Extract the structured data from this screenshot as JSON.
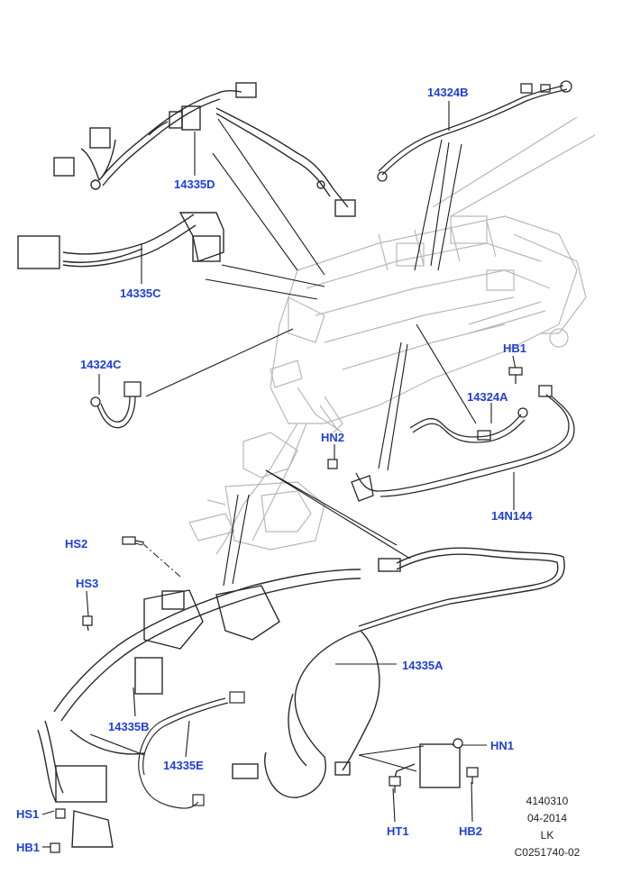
{
  "callouts": {
    "c14324B": "14324B",
    "c14335D": "14335D",
    "c14335C": "14335C",
    "c14324C": "14324C",
    "c14324A": "14324A",
    "cHB1a": "HB1",
    "cHN2": "HN2",
    "c14N144": "14N144",
    "cHS2": "HS2",
    "cHS3": "HS3",
    "c14335A": "14335A",
    "c14335B": "14335B",
    "c14335E": "14335E",
    "cHN1": "HN1",
    "cHS1": "HS1",
    "cHB1b": "HB1",
    "cHT1": "HT1",
    "cHB2": "HB2"
  },
  "legend": {
    "number": "4140310",
    "date": "04-2014",
    "initials": "LK",
    "drawing_id": "C0251740-02"
  },
  "colors": {
    "callout_text": "#1f3fd6",
    "line_art": "#2a2a2a",
    "ghost_art": "#b8b8b8"
  }
}
